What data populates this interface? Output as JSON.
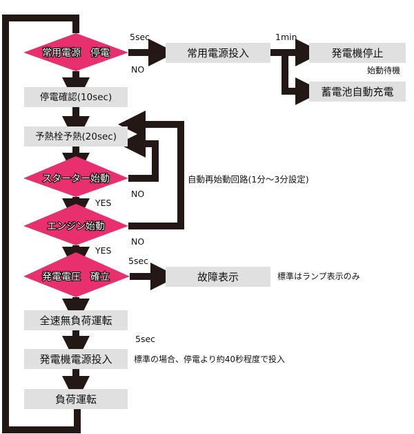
{
  "colors": {
    "box_fill": "#e0e0e0",
    "diamond_fill": "#e8306e",
    "arrow": "#231815",
    "text": "#111111"
  },
  "nodes": {
    "blackout_detect": "常用電源　停電",
    "main_power_on": "常用電源投入",
    "generator_stop": "発電機停止",
    "battery_charge": "蓄電池自動充電",
    "blackout_confirm": "停電確認(10sec)",
    "glow_preheat": "予熱栓予熱(20sec)",
    "starter_start": "スターター始動",
    "engine_start": "エンジン始動",
    "gen_voltage_ok": "発電電圧　確立",
    "fault_display": "故障表示",
    "full_speed_noload": "全速無負荷運転",
    "gen_power_on": "発電機電源投入",
    "load_operation": "負荷運転"
  },
  "labels": {
    "five_sec_top": "5sec",
    "no_top": "NO",
    "one_min": "1min",
    "start_standby": "始動待機",
    "restart_circuit": "自動再始動回路(1分～3分設定)",
    "no_starter": "NO",
    "yes_starter": "YES",
    "no_engine": "NO",
    "yes_engine": "YES",
    "five_sec_voltage": "5sec",
    "five_sec_load": "5sec"
  },
  "notes": {
    "lamp_only": "標準はランプ表示のみ",
    "standard_timing": "標準の場合、停電より約40秒程度で投入"
  }
}
